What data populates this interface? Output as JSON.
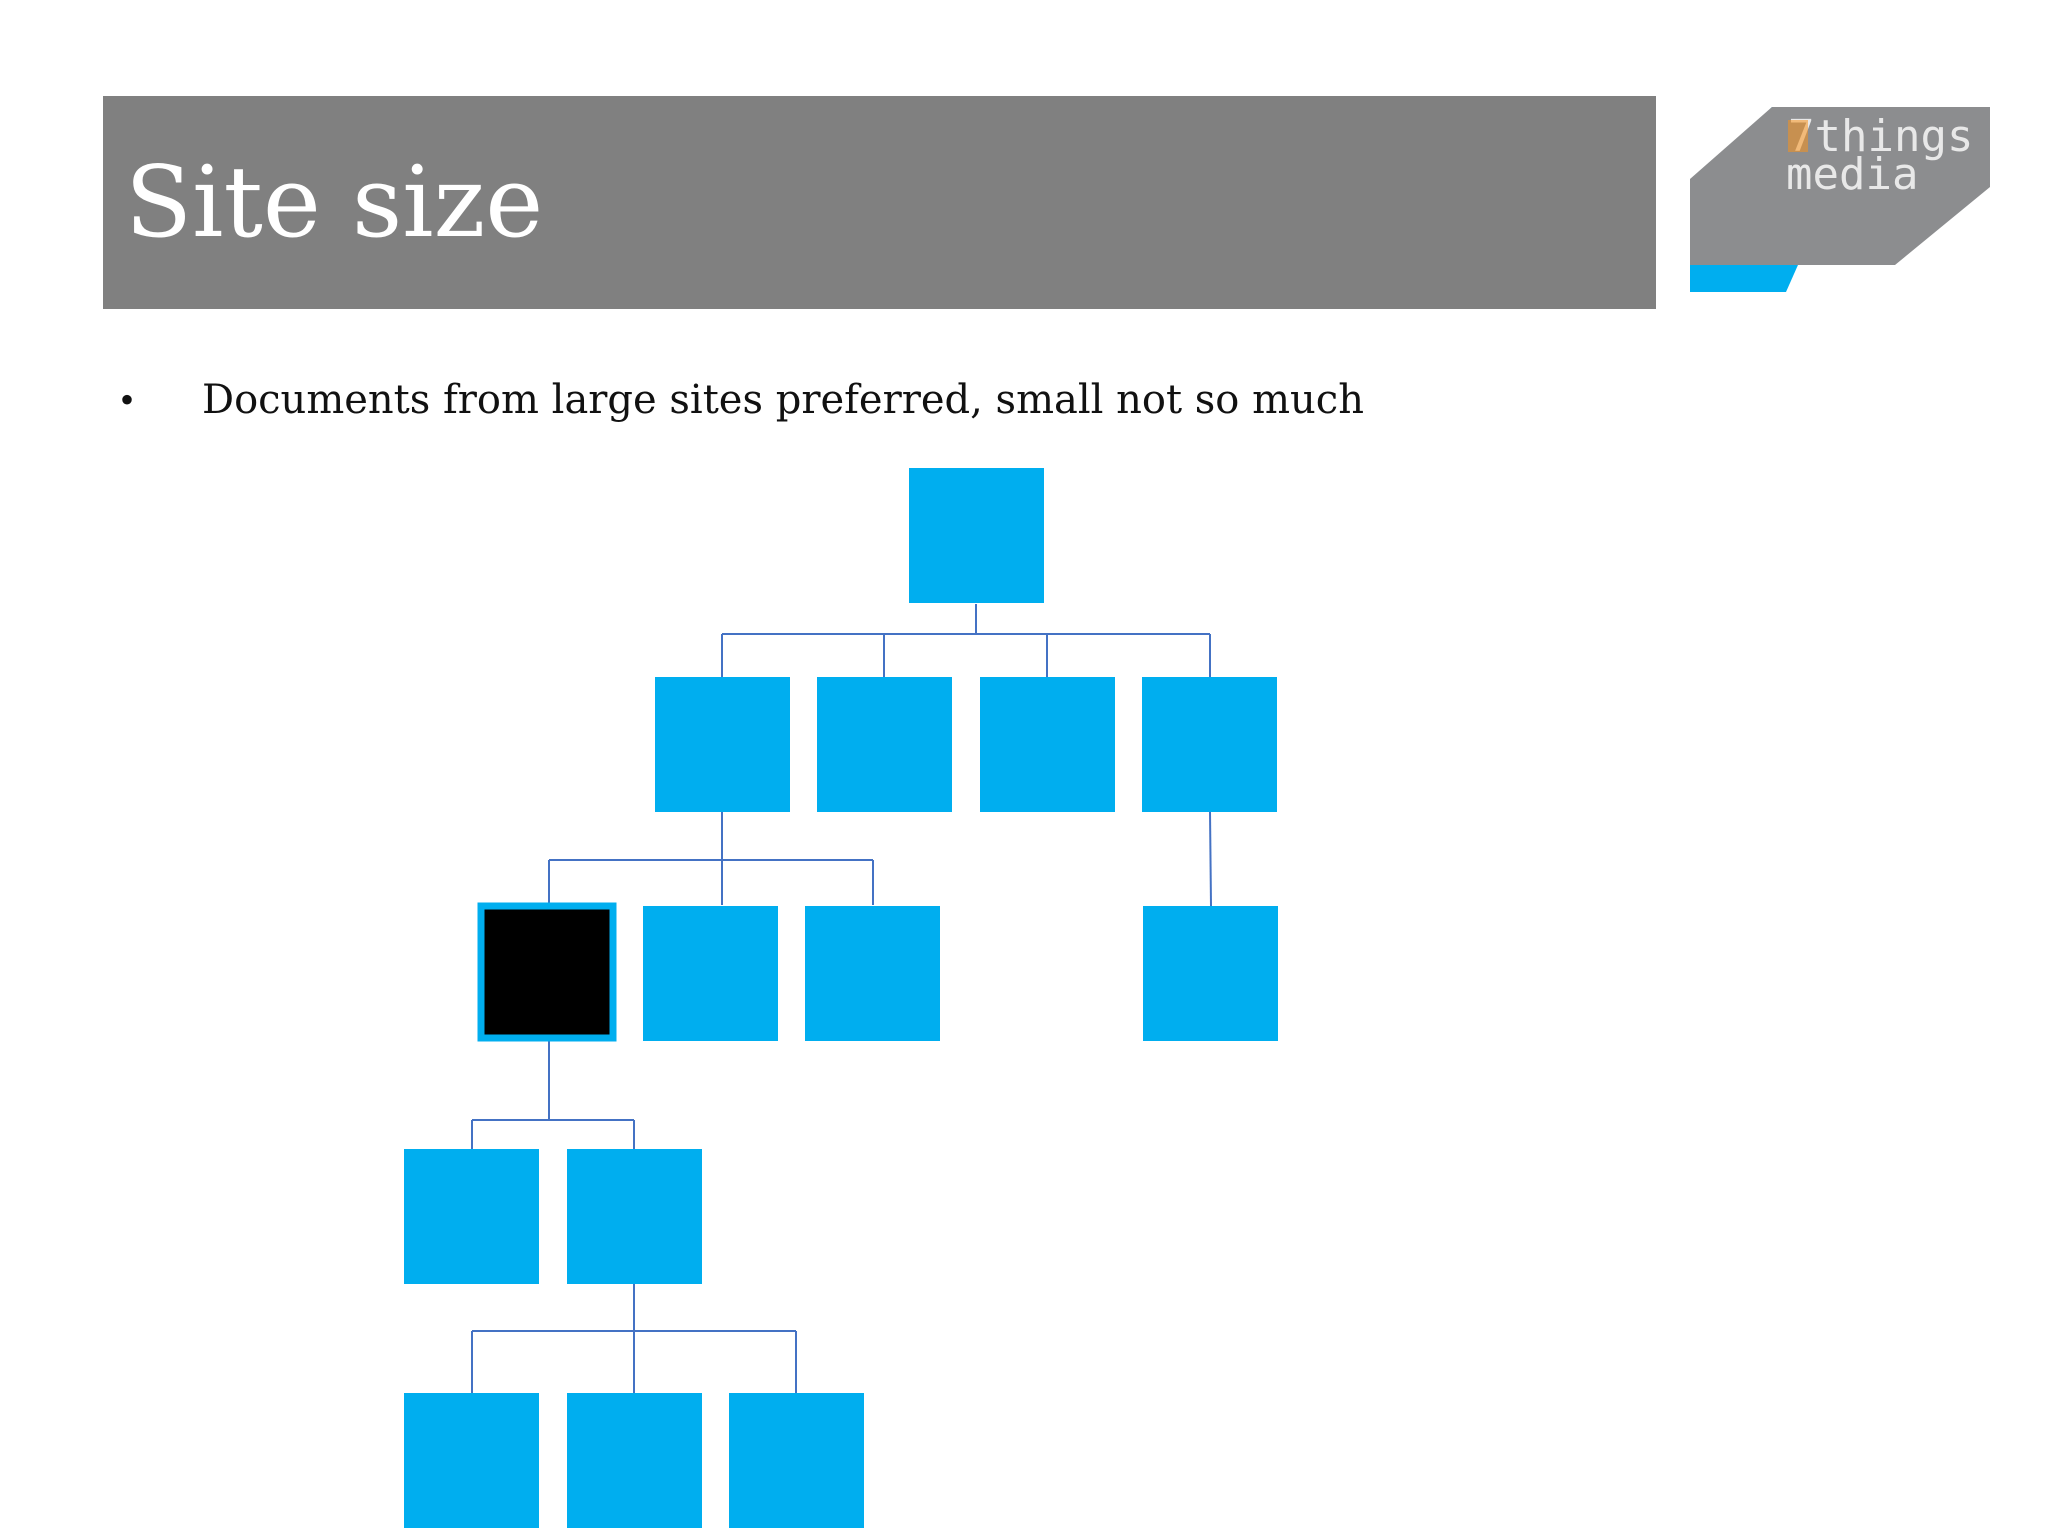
{
  "slide": {
    "title": "Site size",
    "bullets": [
      "Documents from large sites preferred, small not so much"
    ]
  },
  "logo": {
    "text_line1": "7things",
    "text_line2": "media",
    "colors": {
      "panel": "#8c8d8f",
      "accent_blue": "#00aeef",
      "accent_orange": "#f7941d",
      "text": "#e8e8e8"
    }
  },
  "colors": {
    "title_bar": "#808080",
    "title_text": "#ffffff",
    "node_fill": "#00aeef",
    "highlight_fill": "#000000",
    "connector": "#4472c4",
    "body_text": "#111111"
  },
  "tree": {
    "nodes": [
      {
        "id": "root",
        "parent": null,
        "highlighted": false
      },
      {
        "id": "a",
        "parent": "root",
        "highlighted": false
      },
      {
        "id": "b",
        "parent": "root",
        "highlighted": false
      },
      {
        "id": "c",
        "parent": "root",
        "highlighted": false
      },
      {
        "id": "d",
        "parent": "root",
        "highlighted": false
      },
      {
        "id": "a1",
        "parent": "a",
        "highlighted": true
      },
      {
        "id": "a2",
        "parent": "a",
        "highlighted": false
      },
      {
        "id": "a3",
        "parent": "a",
        "highlighted": false
      },
      {
        "id": "d1",
        "parent": "d",
        "highlighted": false
      },
      {
        "id": "a1x",
        "parent": "a1",
        "highlighted": false
      },
      {
        "id": "a1y",
        "parent": "a1",
        "highlighted": false
      },
      {
        "id": "a1y1",
        "parent": "a1y",
        "highlighted": false
      },
      {
        "id": "a1y2",
        "parent": "a1y",
        "highlighted": false
      },
      {
        "id": "a1y3",
        "parent": "a1y",
        "highlighted": false
      }
    ]
  }
}
